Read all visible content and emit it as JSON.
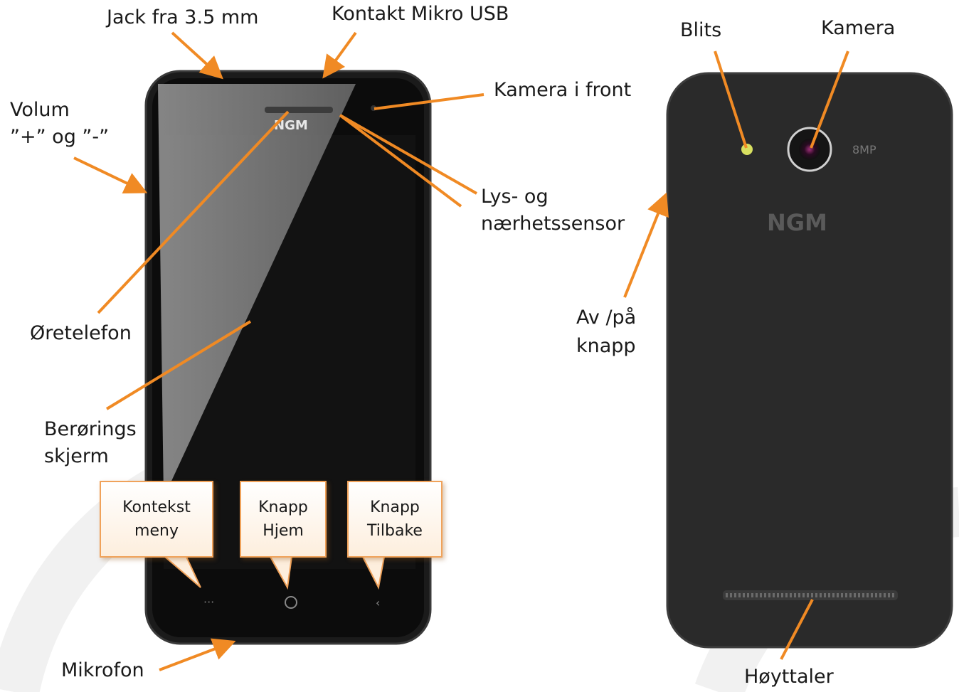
{
  "colors": {
    "arrow": "#f08a24",
    "phone_body": "#1b1b1b",
    "screen": "#121212",
    "bubble_border": "#f0a25a"
  },
  "brand": {
    "front_logo": "NGM",
    "back_logo": "NGM",
    "camera_spec": "8MP"
  },
  "front": {
    "jack": "Jack fra 3.5 mm",
    "usb": "Kontakt Mikro USB",
    "front_camera": "Kamera i front",
    "volume_line1": "Volum",
    "volume_line2": "”+” og ”-”",
    "sensor_line1": "Lys- og",
    "sensor_line2": "nærhetssensor",
    "earpiece": "Øretelefon",
    "touch_line1": "Berørings",
    "touch_line2": "skjerm",
    "microphone": "Mikrofon",
    "context_line1": "Kontekst",
    "context_line2": "meny",
    "home_line1": "Knapp",
    "home_line2": "Hjem",
    "back_line1": "Knapp",
    "back_line2": "Tilbake"
  },
  "rear": {
    "flash": "Blits",
    "camera": "Kamera",
    "power_line1": "Av /på",
    "power_line2": "knapp",
    "speaker": "Høyttaler"
  }
}
